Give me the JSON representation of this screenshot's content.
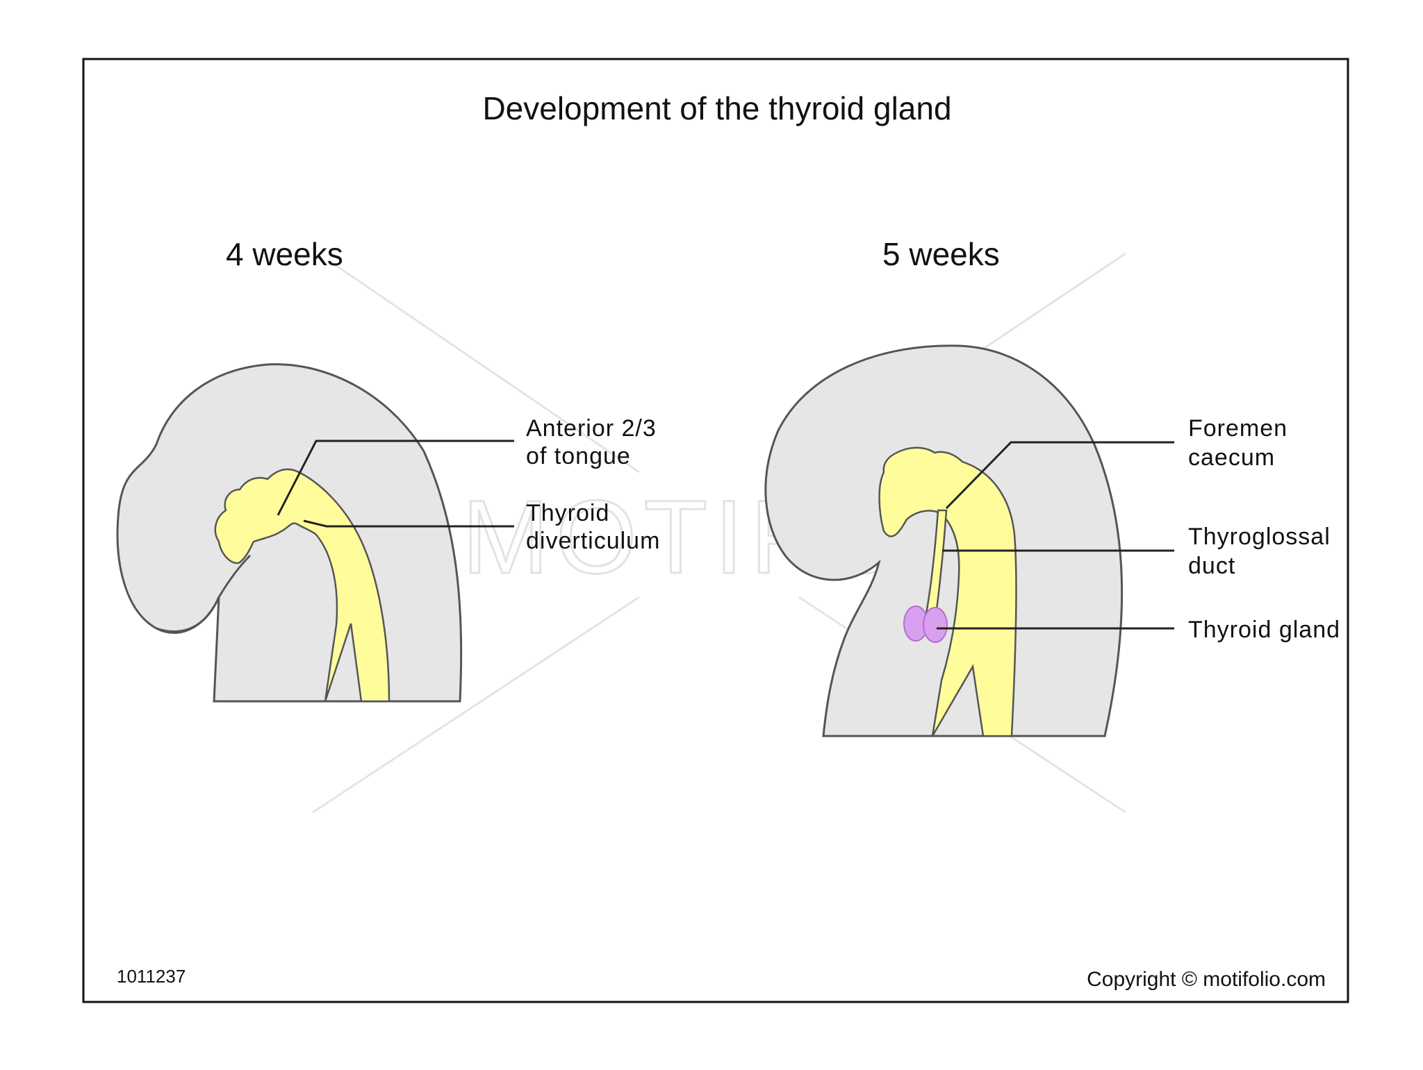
{
  "title": "Development of the thyroid gland",
  "panels": [
    {
      "stage": "4 weeks",
      "labels": [
        {
          "line1": "Anterior 2/3",
          "line2": "of tongue"
        },
        {
          "line1": "Thyroid",
          "line2": "diverticulum"
        }
      ]
    },
    {
      "stage": "5 weeks",
      "labels": [
        {
          "line1": "Foremen",
          "line2": "caecum"
        },
        {
          "line1": "Thyroglossal",
          "line2": "duct"
        },
        {
          "line1": "Thyroid gland",
          "line2": ""
        }
      ]
    }
  ],
  "figure_id": "1011237",
  "copyright": "Copyright © motifolio.com",
  "watermark": "MOTIFOLIO",
  "colors": {
    "tissue": "#e6e6e6",
    "endoderm": "#fffd9b",
    "thyroid": "#d9a0f0"
  }
}
